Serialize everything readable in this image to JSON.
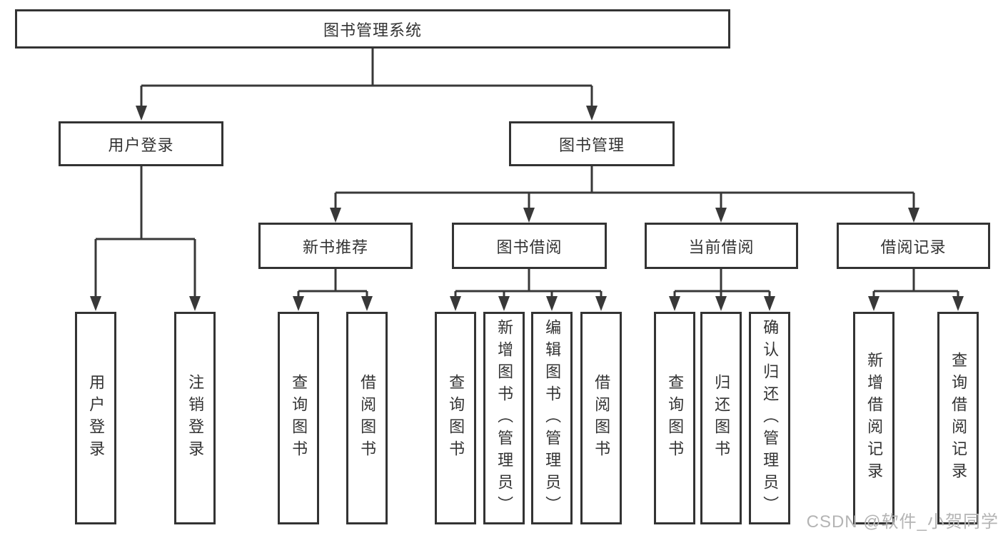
{
  "diagram": {
    "root": {
      "label": "图书管理系统",
      "children": [
        {
          "label": "用户登录",
          "children": [
            {
              "label": "用户登录"
            },
            {
              "label": "注销登录"
            }
          ]
        },
        {
          "label": "图书管理",
          "children": [
            {
              "label": "新书推荐",
              "children": [
                {
                  "label": "查询图书"
                },
                {
                  "label": "借阅图书"
                }
              ]
            },
            {
              "label": "图书借阅",
              "children": [
                {
                  "label": "查询图书"
                },
                {
                  "label": "新增图书（管理员）"
                },
                {
                  "label": "编辑图书（管理员）"
                },
                {
                  "label": "借阅图书"
                }
              ]
            },
            {
              "label": "当前借阅",
              "children": [
                {
                  "label": "查询图书"
                },
                {
                  "label": "归还图书"
                },
                {
                  "label": "确认归还（管理员）"
                }
              ]
            },
            {
              "label": "借阅记录",
              "children": [
                {
                  "label": "新增借阅记录"
                },
                {
                  "label": "查询借阅记录"
                }
              ]
            }
          ]
        }
      ]
    }
  },
  "colors": {
    "line": "#383838",
    "text": "#333333",
    "watermark": "#b4b4b4"
  },
  "watermark": {
    "text": "CSDN @软件_小贺同学"
  }
}
